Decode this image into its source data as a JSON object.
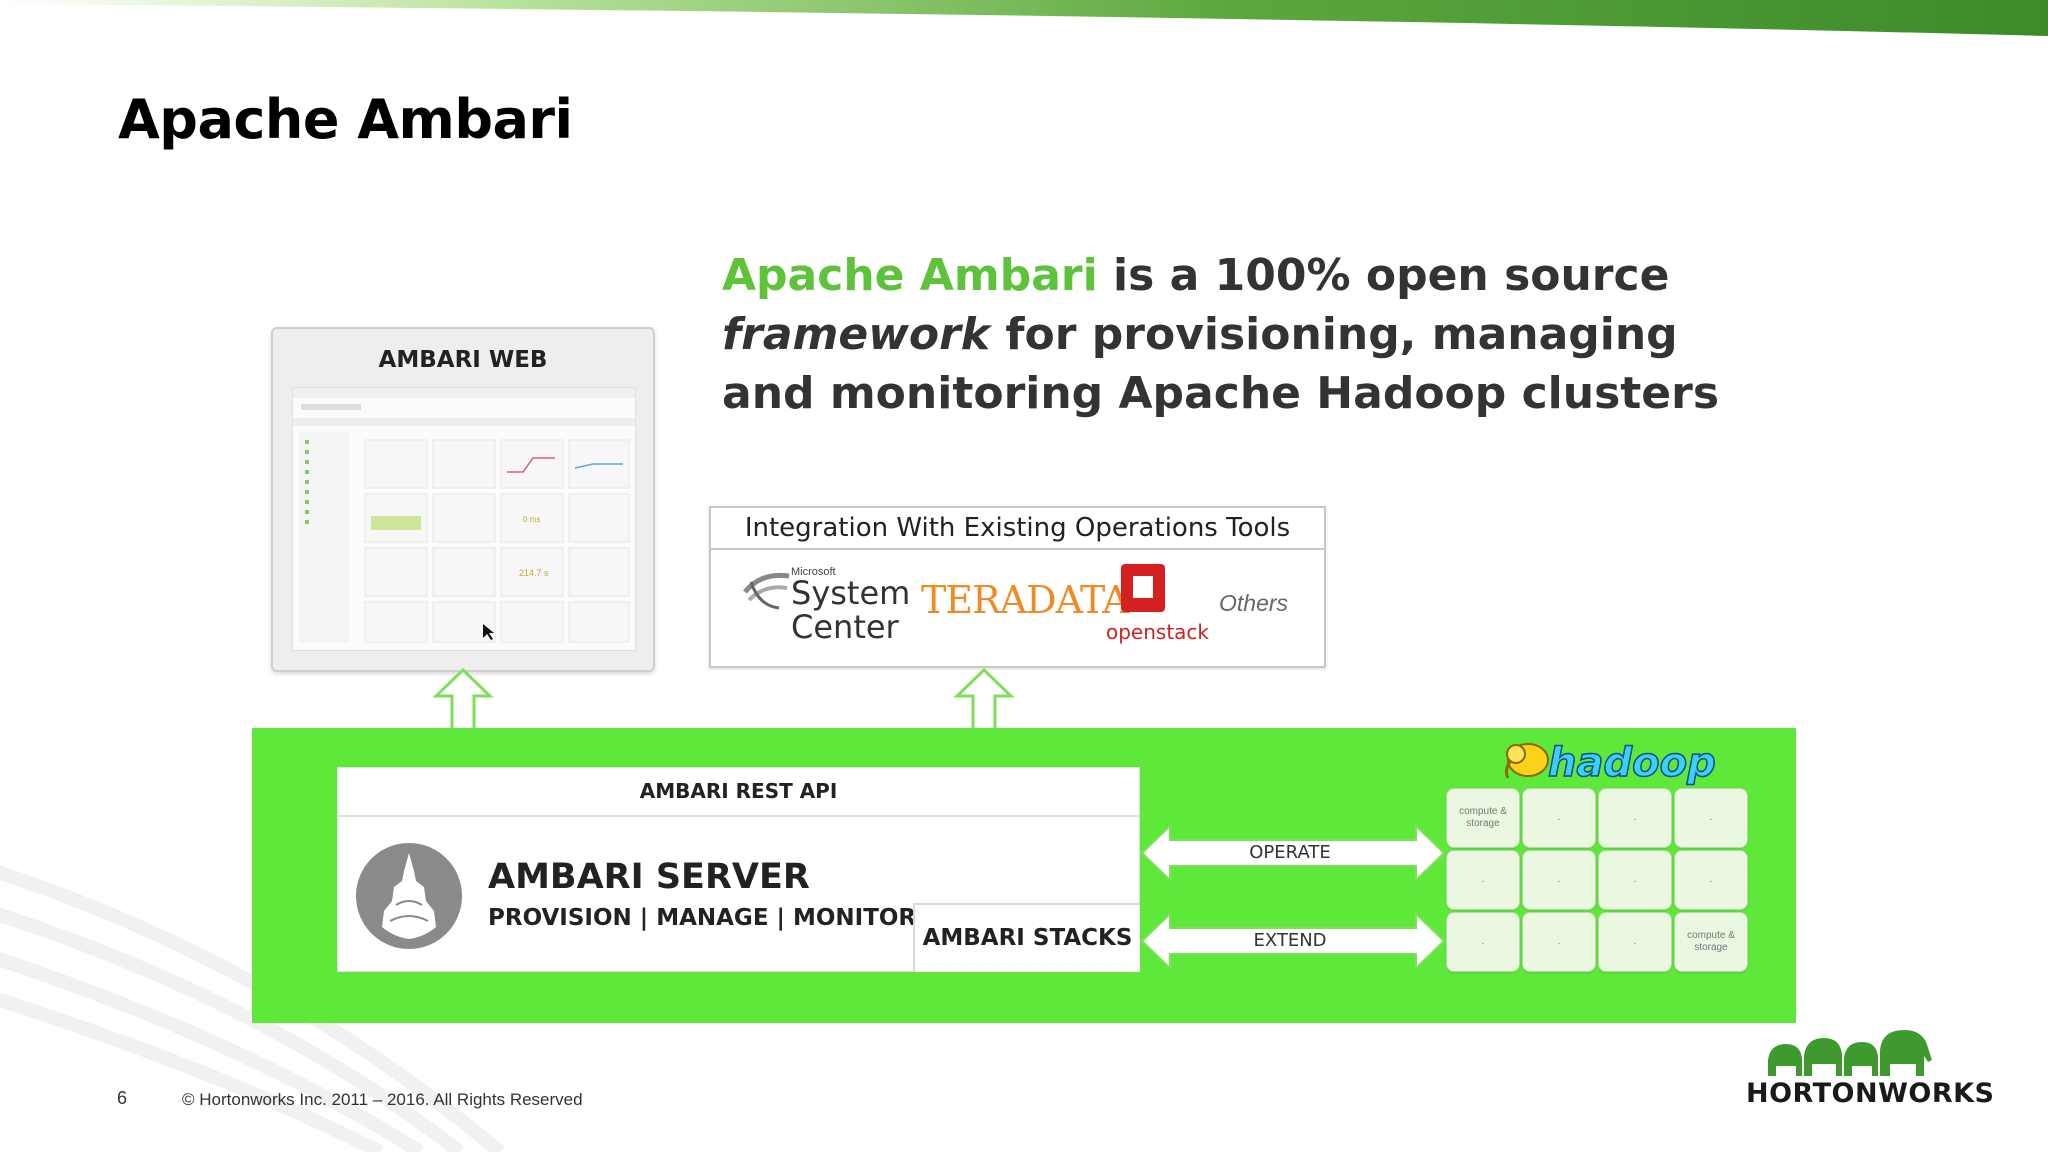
{
  "slide": {
    "title": "Apache Ambari",
    "page_number": "6",
    "copyright": "© Hortonworks Inc. 2011 – 2016. All Rights Reserved",
    "company": "HORTONWORKS",
    "brand_green": "#5ee83a",
    "accent_green": "#5ec23a"
  },
  "intro": {
    "highlight": "Apache Ambari",
    "part1": " is a 100% open source",
    "italic": "framework",
    "part2": " for provisioning, managing and monitoring Apache Hadoop clusters"
  },
  "ambari_web": {
    "title": "AMBARI WEB"
  },
  "integration": {
    "title": "Integration With Existing Operations Tools",
    "microsoft": "Microsoft",
    "system_center_line1": "System",
    "system_center_line2": "Center",
    "teradata": "TERADATA",
    "openstack": "openstack",
    "others": "Others"
  },
  "server": {
    "rest_api": "AMBARI REST API",
    "title": "AMBARI SERVER",
    "subtitle": "PROVISION | MANAGE | MONITOR",
    "stacks": "AMBARI STACKS"
  },
  "arrows": {
    "operate": "OPERATE",
    "extend": "EXTEND"
  },
  "hadoop": {
    "logo": "hadoop",
    "cell_label": "compute & storage",
    "dot": "."
  }
}
